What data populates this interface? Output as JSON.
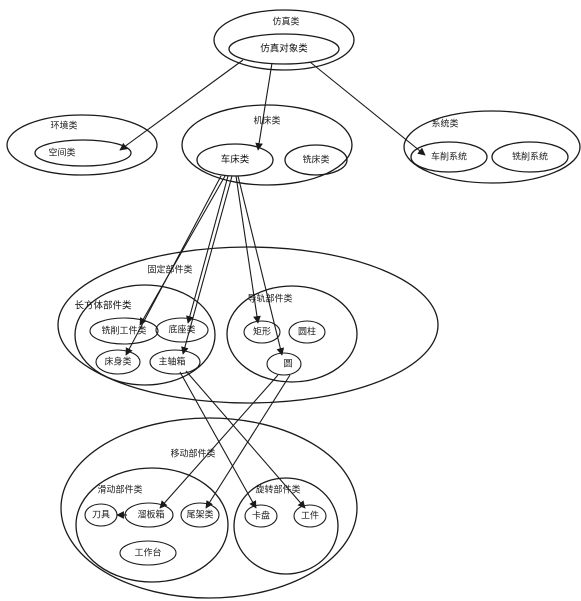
{
  "labels": {
    "simulation_class": "仿真类",
    "simulation_object_class": "仿真对象类",
    "environment_class": "环境类",
    "environment_inner": "空间类",
    "machine_tool_class": "机床类",
    "lathe_class": "车床类",
    "milling_machine_class": "铣床类",
    "system_class": "系统类",
    "turning_system": "车削系统",
    "milling_system": "铣削系统",
    "fixed_parts_class": "固定部件类",
    "cuboid_parts_class": "长方体部件类",
    "milling_workpiece": "铣削工件类",
    "base_table": "底座类",
    "bed_class": "床身类",
    "spindle_box": "主轴箱",
    "guide_rail_parts": "导轨部件类",
    "rectangle": "矩形",
    "cylinder": "圆柱",
    "circle": "圆",
    "moving_parts_class": "移动部件类",
    "sliding_parts_class": "滑动部件类",
    "tool": "刀具",
    "carriage": "溜板箱",
    "tailstock": "尾架类",
    "worktable": "工作台",
    "rotating_parts_class": "旋转部件类",
    "chuck": "卡盘",
    "workpiece": "工件"
  }
}
